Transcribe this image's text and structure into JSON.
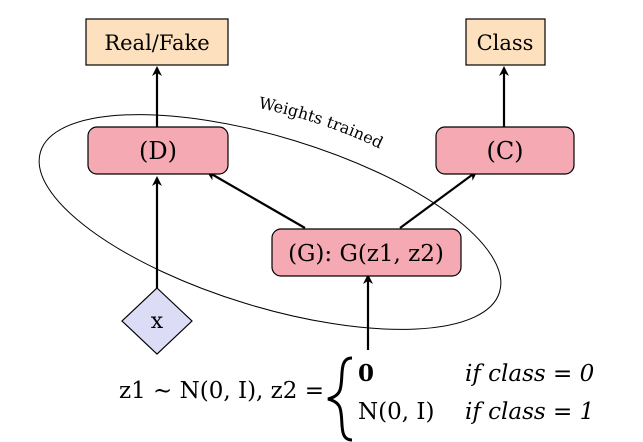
{
  "nodes": {
    "real_fake": "Real/Fake",
    "class_out": "Class",
    "discriminator": "(D)",
    "classifier": "(C)",
    "generator": "(G): G(z1, z2)",
    "input_x": "x"
  },
  "ellipse_label": "Weights trained",
  "formula": {
    "left": "z1 ∼ N(0, I), z2 =",
    "case1_value": "0",
    "case1_condition": "if class = 0",
    "case2_value": "N(0, I)",
    "case2_condition": "if class = 1"
  },
  "colors": {
    "output_box": "#fde0bd",
    "net_box": "#f5a9b2",
    "input_diamond": "#dcdcf7"
  }
}
